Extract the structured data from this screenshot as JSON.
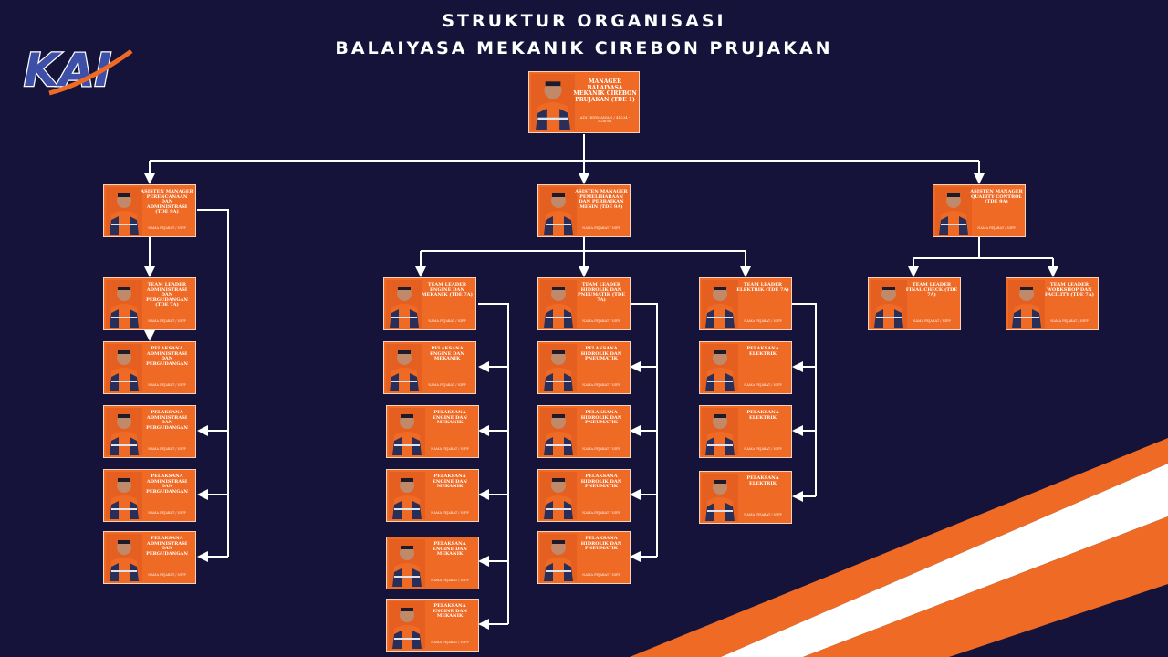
{
  "header": {
    "title_line1": "STRUKTUR ORGANISASI",
    "title_line2": "BALAIYASA MEKANIK CIREBON PRUJAKAN"
  },
  "logo": {
    "text": "KAI"
  },
  "colors": {
    "background": "#15133a",
    "card": "#ef6a24",
    "stripe_orange": "#ef6a24",
    "stripe_white": "#ffffff",
    "line": "#ffffff",
    "logo_blue": "#3d4fa6",
    "logo_orange": "#ef6a24"
  },
  "cards": {
    "manager": {
      "role": "MANAGER BALAIYASA MEKANIK CIREBON PRUJAKAN (TDE 1)",
      "name": "ADI HERMAWAN / 41234 - A28001"
    },
    "am_perencanaan": {
      "role": "ASISTEN MANAGER PERENCANAAN DAN ADMINISTRASI (TDE 9A)",
      "name": "NAMA PEJABAT / NIPP"
    },
    "am_pemeliharaan": {
      "role": "ASISTEN MANAGER PEMELIHARAAN DAN PERBAIKAN MESIN (TDE 9A)",
      "name": "NAMA PEJABAT / NIPP"
    },
    "am_qc": {
      "role": "ASISTEN MANAGER QUALITY CONTROL (TDE 9A)",
      "name": "NAMA PEJABAT / NIPP"
    },
    "tl_admin": {
      "role": "TEAM LEADER ADMINISTRASI DAN PERGUDANGAN (TDE 7A)",
      "name": "NAMA PEJABAT / NIPP"
    },
    "pl_admin_1": {
      "role": "PELAKSANA ADMINISTRASI DAN PERGUDANGAN",
      "name": "NAMA PEJABAT / NIPP"
    },
    "pl_admin_2": {
      "role": "PELAKSANA ADMINISTRASI DAN PERGUDANGAN",
      "name": "NAMA PEJABAT / NIPP"
    },
    "pl_admin_3": {
      "role": "PELAKSANA ADMINISTRASI DAN PERGUDANGAN",
      "name": "NAMA PEJABAT / NIPP"
    },
    "pl_admin_4": {
      "role": "PELAKSANA ADMINISTRASI DAN PERGUDANGAN",
      "name": "NAMA PEJABAT / NIPP"
    },
    "tl_engine": {
      "role": "TEAM LEADER ENGINE DAN MEKANIK (TDE 7A)",
      "name": "NAMA PEJABAT / NIPP"
    },
    "pl_engine_1": {
      "role": "PELAKSANA ENGINE DAN MEKANIK",
      "name": "NAMA PEJABAT / NIPP"
    },
    "pl_engine_2": {
      "role": "PELAKSANA ENGINE DAN MEKANIK",
      "name": "NAMA PEJABAT / NIPP"
    },
    "pl_engine_3": {
      "role": "PELAKSANA ENGINE DAN MEKANIK",
      "name": "NAMA PEJABAT / NIPP"
    },
    "pl_engine_4": {
      "role": "PELAKSANA ENGINE DAN MEKANIK",
      "name": "NAMA PEJABAT / NIPP"
    },
    "pl_engine_5": {
      "role": "PELAKSANA ENGINE DAN MEKANIK",
      "name": "NAMA PEJABAT / NIPP"
    },
    "tl_hidrolik": {
      "role": "TEAM LEADER HIDROLIK DAN PNEUMATIK (TDE 7A)",
      "name": "NAMA PEJABAT / NIPP"
    },
    "pl_hidrolik_1": {
      "role": "PELAKSANA HIDROLIK DAN PNEUMATIK",
      "name": "NAMA PEJABAT / NIPP"
    },
    "pl_hidrolik_2": {
      "role": "PELAKSANA HIDROLIK DAN PNEUMATIK",
      "name": "NAMA PEJABAT / NIPP"
    },
    "pl_hidrolik_3": {
      "role": "PELAKSANA HIDROLIK DAN PNEUMATIK",
      "name": "NAMA PEJABAT / NIPP"
    },
    "pl_hidrolik_4": {
      "role": "PELAKSANA HIDROLIK DAN PNEUMATIK",
      "name": "NAMA PEJABAT / NIPP"
    },
    "tl_elektrik": {
      "role": "TEAM LEADER ELEKTRIK (TDE 7A)",
      "name": "NAMA PEJABAT / NIPP"
    },
    "pl_elektrik_1": {
      "role": "PELAKSANA ELEKTRIK",
      "name": "NAMA PEJABAT / NIPP"
    },
    "pl_elektrik_2": {
      "role": "PELAKSANA ELEKTRIK",
      "name": "NAMA PEJABAT / NIPP"
    },
    "pl_elektrik_3": {
      "role": "PELAKSANA ELEKTRIK",
      "name": "NAMA PEJABAT / NIPP"
    },
    "tl_final": {
      "role": "TEAM LEADER FINAL CHECK (TDE 7A)",
      "name": "NAMA PEJABAT / NIPP"
    },
    "tl_workshop": {
      "role": "TEAM LEADER WORKSHOP DAN FACILITY (TDE 7A)",
      "name": "NAMA PEJABAT / NIPP"
    }
  }
}
